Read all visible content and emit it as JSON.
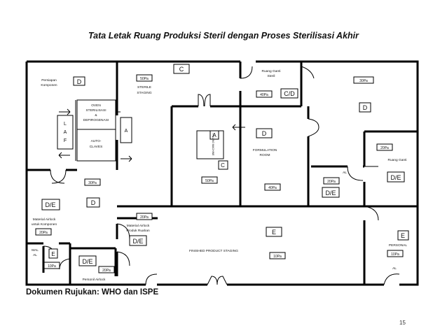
{
  "title": "Tata Letak Ruang Produksi Steril dengan Proses Sterilisasi Akhir",
  "footer": "Dokumen Rujukan: WHO dan ISPE",
  "page_number": "15",
  "labels": {
    "persiapan": "Persiapan",
    "komponen": "Komponen",
    "oven1": "OVEN",
    "oven2": "STERILISASI",
    "oven3": "&",
    "oven4": "DEPIROGENASI",
    "auto1": "AUTO-",
    "auto2": "CLAVES",
    "laf_l": "L",
    "laf_a": "A",
    "laf_f": "F",
    "sterile1": "STERILE",
    "sterile2": "STAGING",
    "ruang_ganti_steril1": "Ruang Ganti",
    "ruang_ganti_steril2": "Steril",
    "filling": "FILLING MACHINE",
    "formulation1": "FORMULATION",
    "formulation2": "ROOM",
    "ruang_ganti": "Ruang Ganti",
    "airlock_komp1": "Material Airlock",
    "airlock_komp2": "untuk Komponen",
    "airlock_prod1": "Material Airlock",
    "airlock_prod2": "Produk Ruahan",
    "finished": "FINISHED PRODUCT STAGING",
    "personil_airlock": "Personil Airlock",
    "personal": "PERSONAL",
    "mal1": "MAL",
    "mal2": "AL",
    "al": "AL"
  },
  "classes": {
    "persiapan": "D",
    "sterile": "C",
    "ruang_ganti_steril": "C/D",
    "top_right": "D",
    "filling_a": "A",
    "filling_c": "C",
    "formulation": "D",
    "laf_a": "A",
    "left_corridor": "D",
    "airlock_komp": "D/E",
    "airlock_prod": "D/E",
    "finished": "E",
    "mal": "E",
    "personil_airlock": "D/E",
    "ruang_ganti": "D/E",
    "small_right": "D/E",
    "personal": "E"
  },
  "pressures": {
    "sterile": "50Pa",
    "ganti_steril": "40Pa",
    "top_right": "30Pa",
    "filling": "50Pa",
    "formulation": "40Pa",
    "left_corridor": "30Pa",
    "airlock_komp": "20Pa",
    "airlock_prod": "20Pa",
    "small_right": "20Pa",
    "ruang_ganti": "20Pa",
    "finished": "10Pa",
    "personal": "10Pa",
    "mal": "10Pa",
    "personil_airlock": "20Pa"
  }
}
